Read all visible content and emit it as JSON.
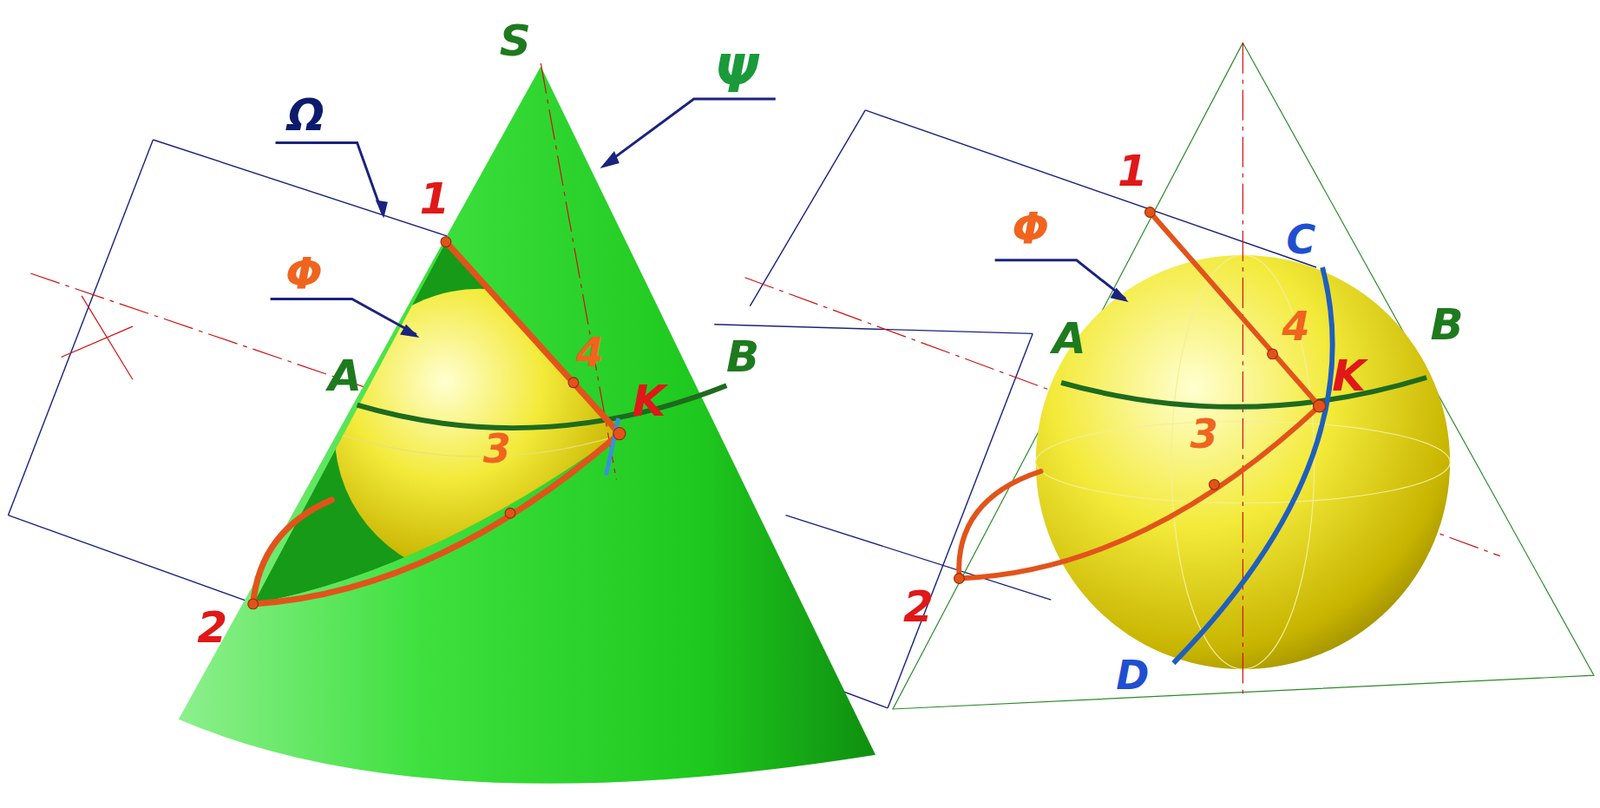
{
  "diagram": {
    "labels": [
      "S",
      "Ψ",
      "Ω",
      "1",
      "Φ",
      "A",
      "4",
      "B",
      "K",
      "3",
      "2",
      "1",
      "Φ",
      "C",
      "A",
      "4",
      "B",
      "K",
      "3",
      "2",
      "D"
    ]
  }
}
